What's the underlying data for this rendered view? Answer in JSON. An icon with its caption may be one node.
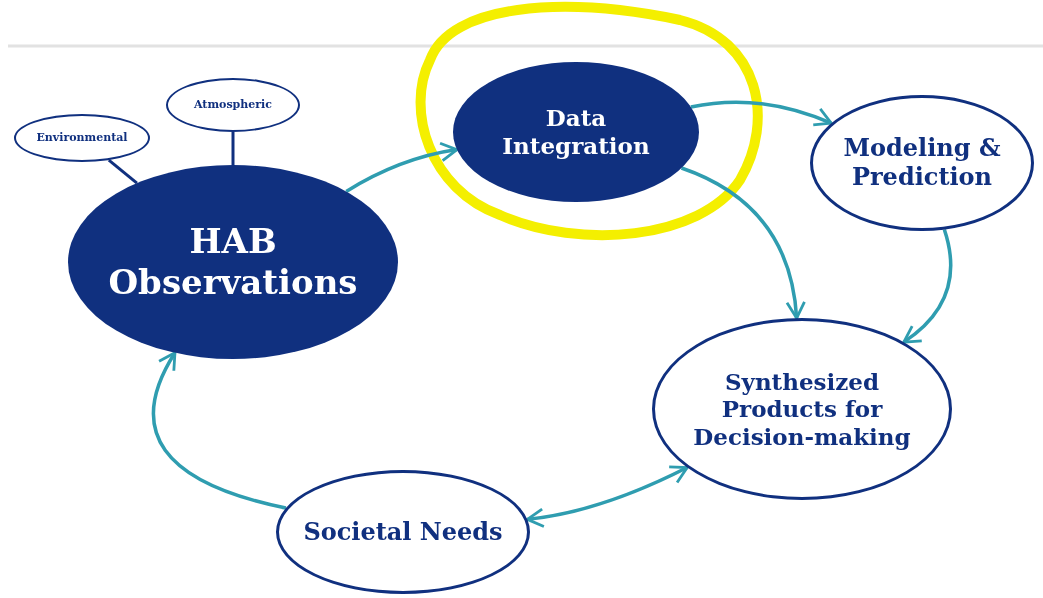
{
  "diagram": {
    "nodes": [
      {
        "text": [
          "Environmental"
        ]
      },
      {
        "text": [
          "Atmospheric"
        ]
      },
      {
        "text": [
          "HAB Observations"
        ]
      },
      {
        "text": [
          "Data Integration"
        ]
      },
      {
        "text": [
          "Modeling & Prediction"
        ]
      },
      {
        "text": [
          "Synthesized Products for Decision-making"
        ]
      },
      {
        "text": [
          "Societal Needs"
        ]
      }
    ],
    "edges": [
      {
        "from": 0,
        "to": 2,
        "arrow": "none",
        "color": "#10307f"
      },
      {
        "from": 1,
        "to": 2,
        "arrow": "none",
        "color": "#10307f"
      },
      {
        "from": 2,
        "to": 3,
        "arrow": "to"
      },
      {
        "from": 3,
        "to": 4,
        "arrow": "to"
      },
      {
        "from": 3,
        "to": 5,
        "arrow": "to"
      },
      {
        "from": 4,
        "to": 5,
        "arrow": "to"
      },
      {
        "from": 5,
        "to": 6,
        "arrow": "both"
      },
      {
        "from": 6,
        "to": 2,
        "arrow": "to"
      }
    ]
  }
}
